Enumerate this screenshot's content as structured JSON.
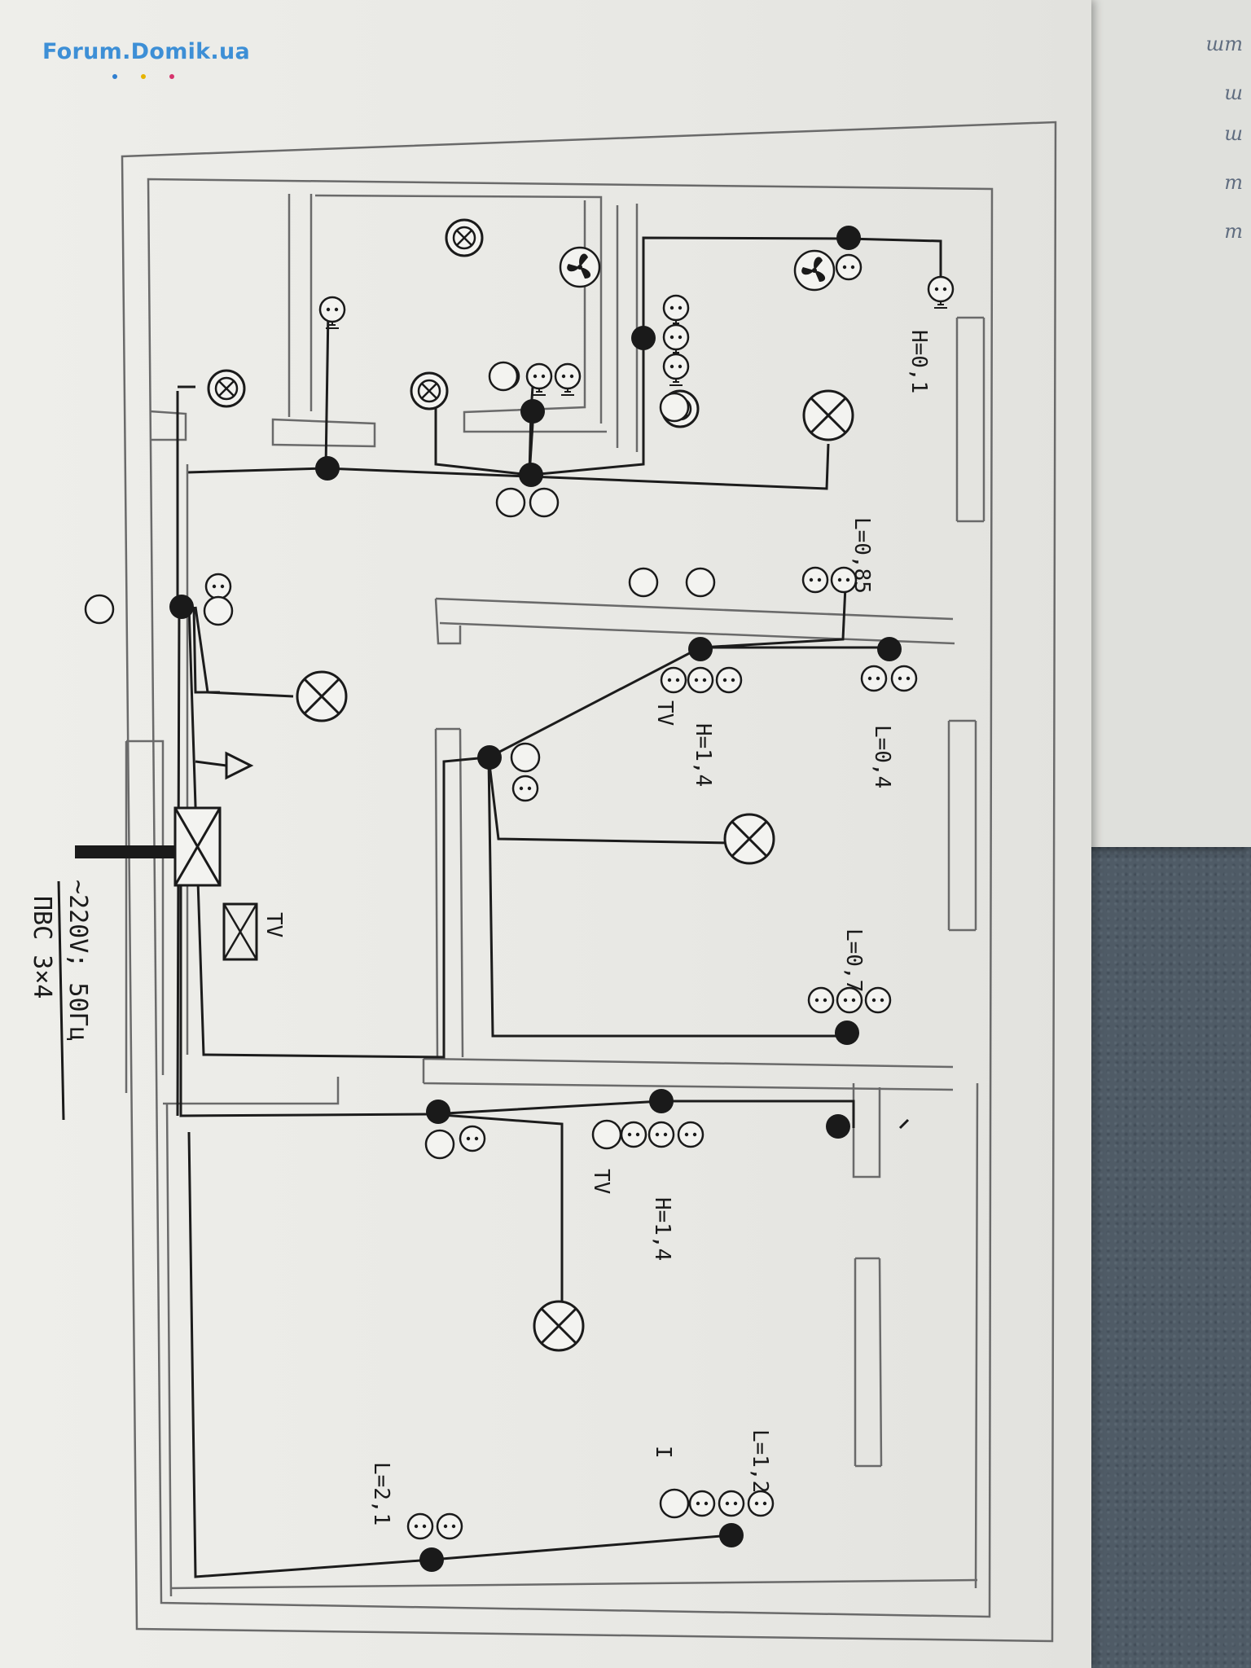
{
  "watermark": {
    "text": "Forum.Domik.ua",
    "dot_colors": [
      "#2f7fd0",
      "#e6b400",
      "#d6336c"
    ],
    "text_color": "#3d8fd6"
  },
  "side_sheet_glyphs": [
    "шт",
    "ш",
    "ш",
    "т",
    "т"
  ],
  "supply_note": {
    "line1": "~220V; 50Гц",
    "line2": "ПВС  3×4"
  },
  "labels": {
    "kitchen_height": "H=0,1",
    "corridor_length": "L=0,85",
    "middle_length": "L=0,4",
    "middle_height": "H=1,4",
    "middle_tv": "TV",
    "middle_low_length": "L=0,7",
    "hall_tv": "TV",
    "bedroom_tv": "TV",
    "bedroom_height": "H=1,4",
    "bedroom_length": "L=1,2",
    "bedroom_left_length": "L=2,1",
    "bedroom_mark": "I"
  },
  "colors": {
    "wall": "#6a6a6a",
    "wire": "#1c1c1c",
    "junction": "#1a1a1a"
  },
  "legend_icons": [
    "socket-icon",
    "double-socket-icon",
    "lamp-icon",
    "fan-icon",
    "junction-box-icon",
    "switch-icon",
    "distribution-panel-icon",
    "tv-antenna-icon",
    "ground-icon"
  ]
}
